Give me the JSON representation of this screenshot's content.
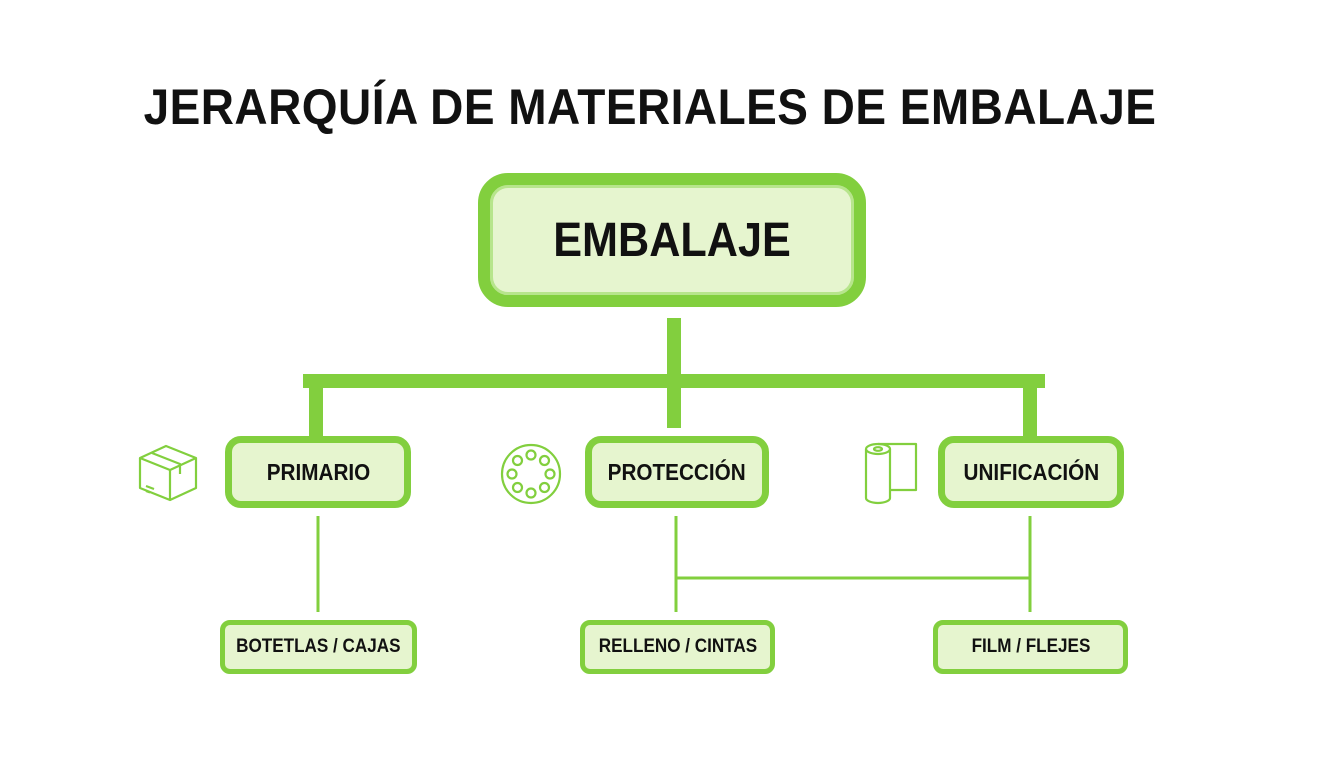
{
  "title": "JERARQUÍA DE MATERIALES DE EMBALAJE",
  "root": {
    "label": "EMBALAJE"
  },
  "categories": [
    {
      "label": "PRIMARIO",
      "icon": "box-icon"
    },
    {
      "label": "PROTECCIÓN",
      "icon": "bubble-wrap-icon"
    },
    {
      "label": "UNIFICACIÓN",
      "icon": "film-roll-icon"
    }
  ],
  "items": [
    {
      "label": "BOTETLAS / CAJAS"
    },
    {
      "label": "RELLENO / CINTAS"
    },
    {
      "label": "FILM / FLEJES"
    }
  ],
  "colors": {
    "accent": "#82cf3e",
    "node_fill": "#e6f5cf",
    "text": "#111111",
    "background": "#ffffff"
  }
}
